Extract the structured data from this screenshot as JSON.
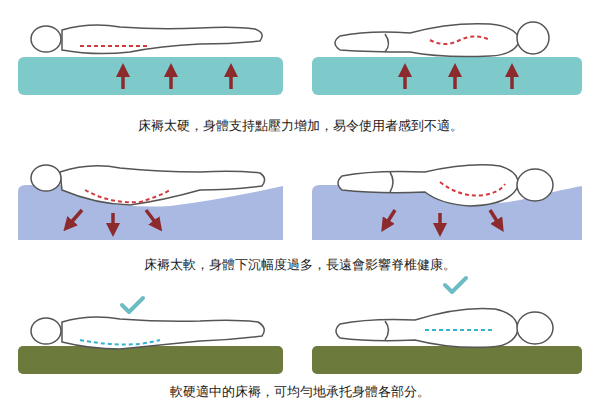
{
  "diagram": {
    "labels": [
      "床褥太硬，身體支持點壓力增加，易令使用者感到不適。",
      "床褥太軟，身體下沉幅度過多，長遠會影響脊椎健康。",
      "軟硬適中的床褥，可均勻地承托身體各部分。"
    ]
  }
}
